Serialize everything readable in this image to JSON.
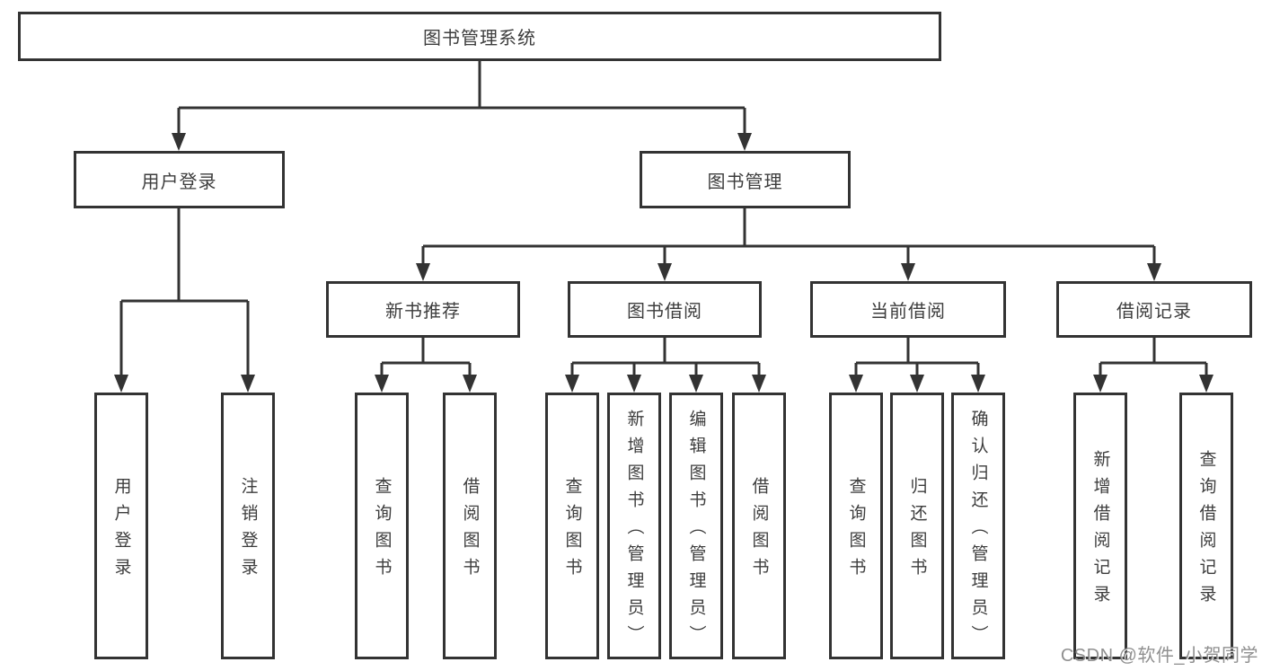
{
  "diagram": {
    "root": {
      "label": "图书管理系统"
    },
    "level2": [
      {
        "label": "用户登录"
      },
      {
        "label": "图书管理"
      }
    ],
    "level3": [
      {
        "label": "新书推荐"
      },
      {
        "label": "图书借阅"
      },
      {
        "label": "当前借阅"
      },
      {
        "label": "借阅记录"
      }
    ],
    "leaves": [
      {
        "label": "用户登录"
      },
      {
        "label": "注销登录"
      },
      {
        "label": "查询图书"
      },
      {
        "label": "借阅图书"
      },
      {
        "label": "查询图书"
      },
      {
        "label": "新增图书（管理员）"
      },
      {
        "label": "编辑图书（管理员）"
      },
      {
        "label": "借阅图书"
      },
      {
        "label": "查询图书"
      },
      {
        "label": "归还图书"
      },
      {
        "label": "确认归还（管理员）"
      },
      {
        "label": "新增借阅记录"
      },
      {
        "label": "查询借阅记录"
      }
    ],
    "watermark": "CSDN @软件_小贺同学",
    "colors": {
      "line": "#333333",
      "box_border": "#333333",
      "box_bg": "#ffffff",
      "text": "#3d3d3d",
      "watermark": "#848484"
    }
  }
}
